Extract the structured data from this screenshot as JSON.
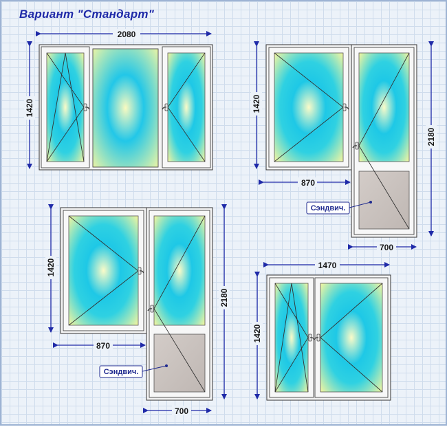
{
  "title": "Вариант \"Стандарт\"",
  "colors": {
    "dimension_line": "#1f2aa8",
    "frame": "#f2f2f2",
    "glass_center": "#1ec8e6",
    "glass_edge": "#f3f5a0",
    "panel": "#c9c1bd"
  },
  "diagram1": {
    "width": "2080",
    "height": "1420"
  },
  "diagram2": {
    "window_width": "870",
    "door_width": "700",
    "height": "1420",
    "door_height": "2180",
    "panel_label": "Сэндвич."
  },
  "diagram3": {
    "window_width": "870",
    "door_width": "700",
    "height": "1420",
    "door_height": "2180",
    "panel_label": "Сэндвич."
  },
  "diagram4": {
    "width": "1470",
    "height": "1420"
  }
}
